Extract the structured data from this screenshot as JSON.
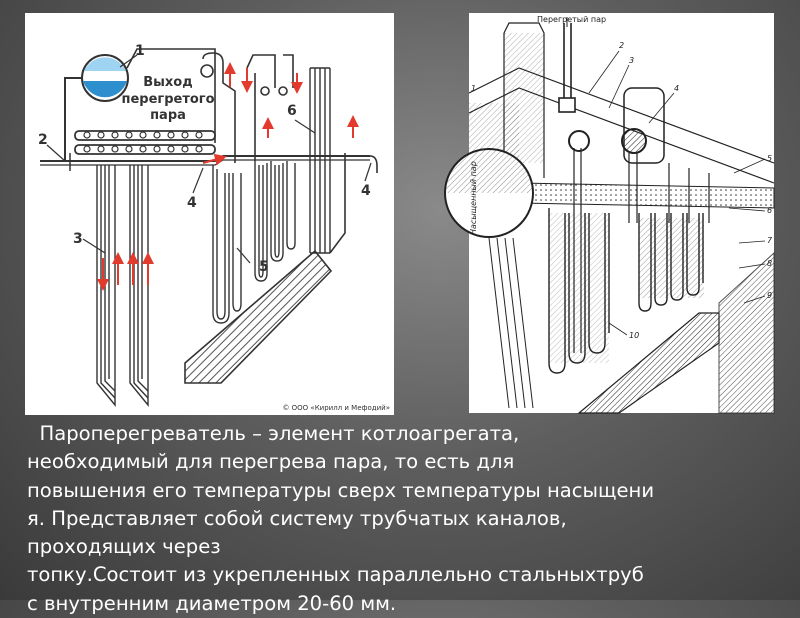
{
  "figures": {
    "left": {
      "labels": {
        "n1": "1",
        "n2": "2",
        "n3": "3",
        "n4a": "4",
        "n4b": "4",
        "n5": "5",
        "n6": "6",
        "outlet_line1": "Выход",
        "outlet_line2": "перегретого",
        "outlet_line3": "пара"
      },
      "credit": "© ООО «Кирилл и Мефодий»"
    },
    "right": {
      "labels": {
        "superheated": "Перегретый пар",
        "saturated": "Насыщенный пар",
        "n1": "1",
        "n2": "2",
        "n3": "3",
        "n4": "4",
        "n5": "5",
        "n6": "6",
        "n7": "7",
        "n8": "8",
        "n9": "9",
        "n10": "10"
      }
    }
  },
  "caption": {
    "line1": "  Пароперегреватель – элемент котлоагрегата,",
    "line2": "необходимый для перегрева пара, то есть для",
    "line3": "повышения его температуры сверх температуры насыщени",
    "line4": "я. Представляет собой систему трубчатых каналов,",
    "line5": "проходящих через",
    "line6": "топку.Состоит из укрепленных параллельно стальныхтруб",
    "line7": "с внутренним диаметром 20-60 мм."
  },
  "colors": {
    "accent_red": "#e23b2e",
    "drum_blue": "#2e8fcf",
    "line": "#333333"
  }
}
